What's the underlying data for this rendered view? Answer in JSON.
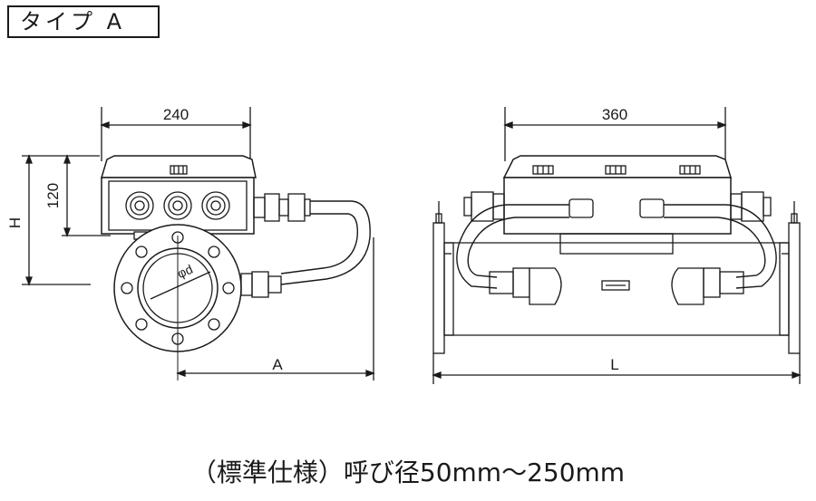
{
  "title": "タイプ A",
  "caption": "（標準仕様）呼び径50mm〜250mm",
  "front_view": {
    "width_label": "240",
    "height_total_label": "H",
    "box_height_label": "120",
    "diameter_label": "φd",
    "offset_label": "A"
  },
  "side_view": {
    "width_label": "360",
    "length_label": "L"
  }
}
